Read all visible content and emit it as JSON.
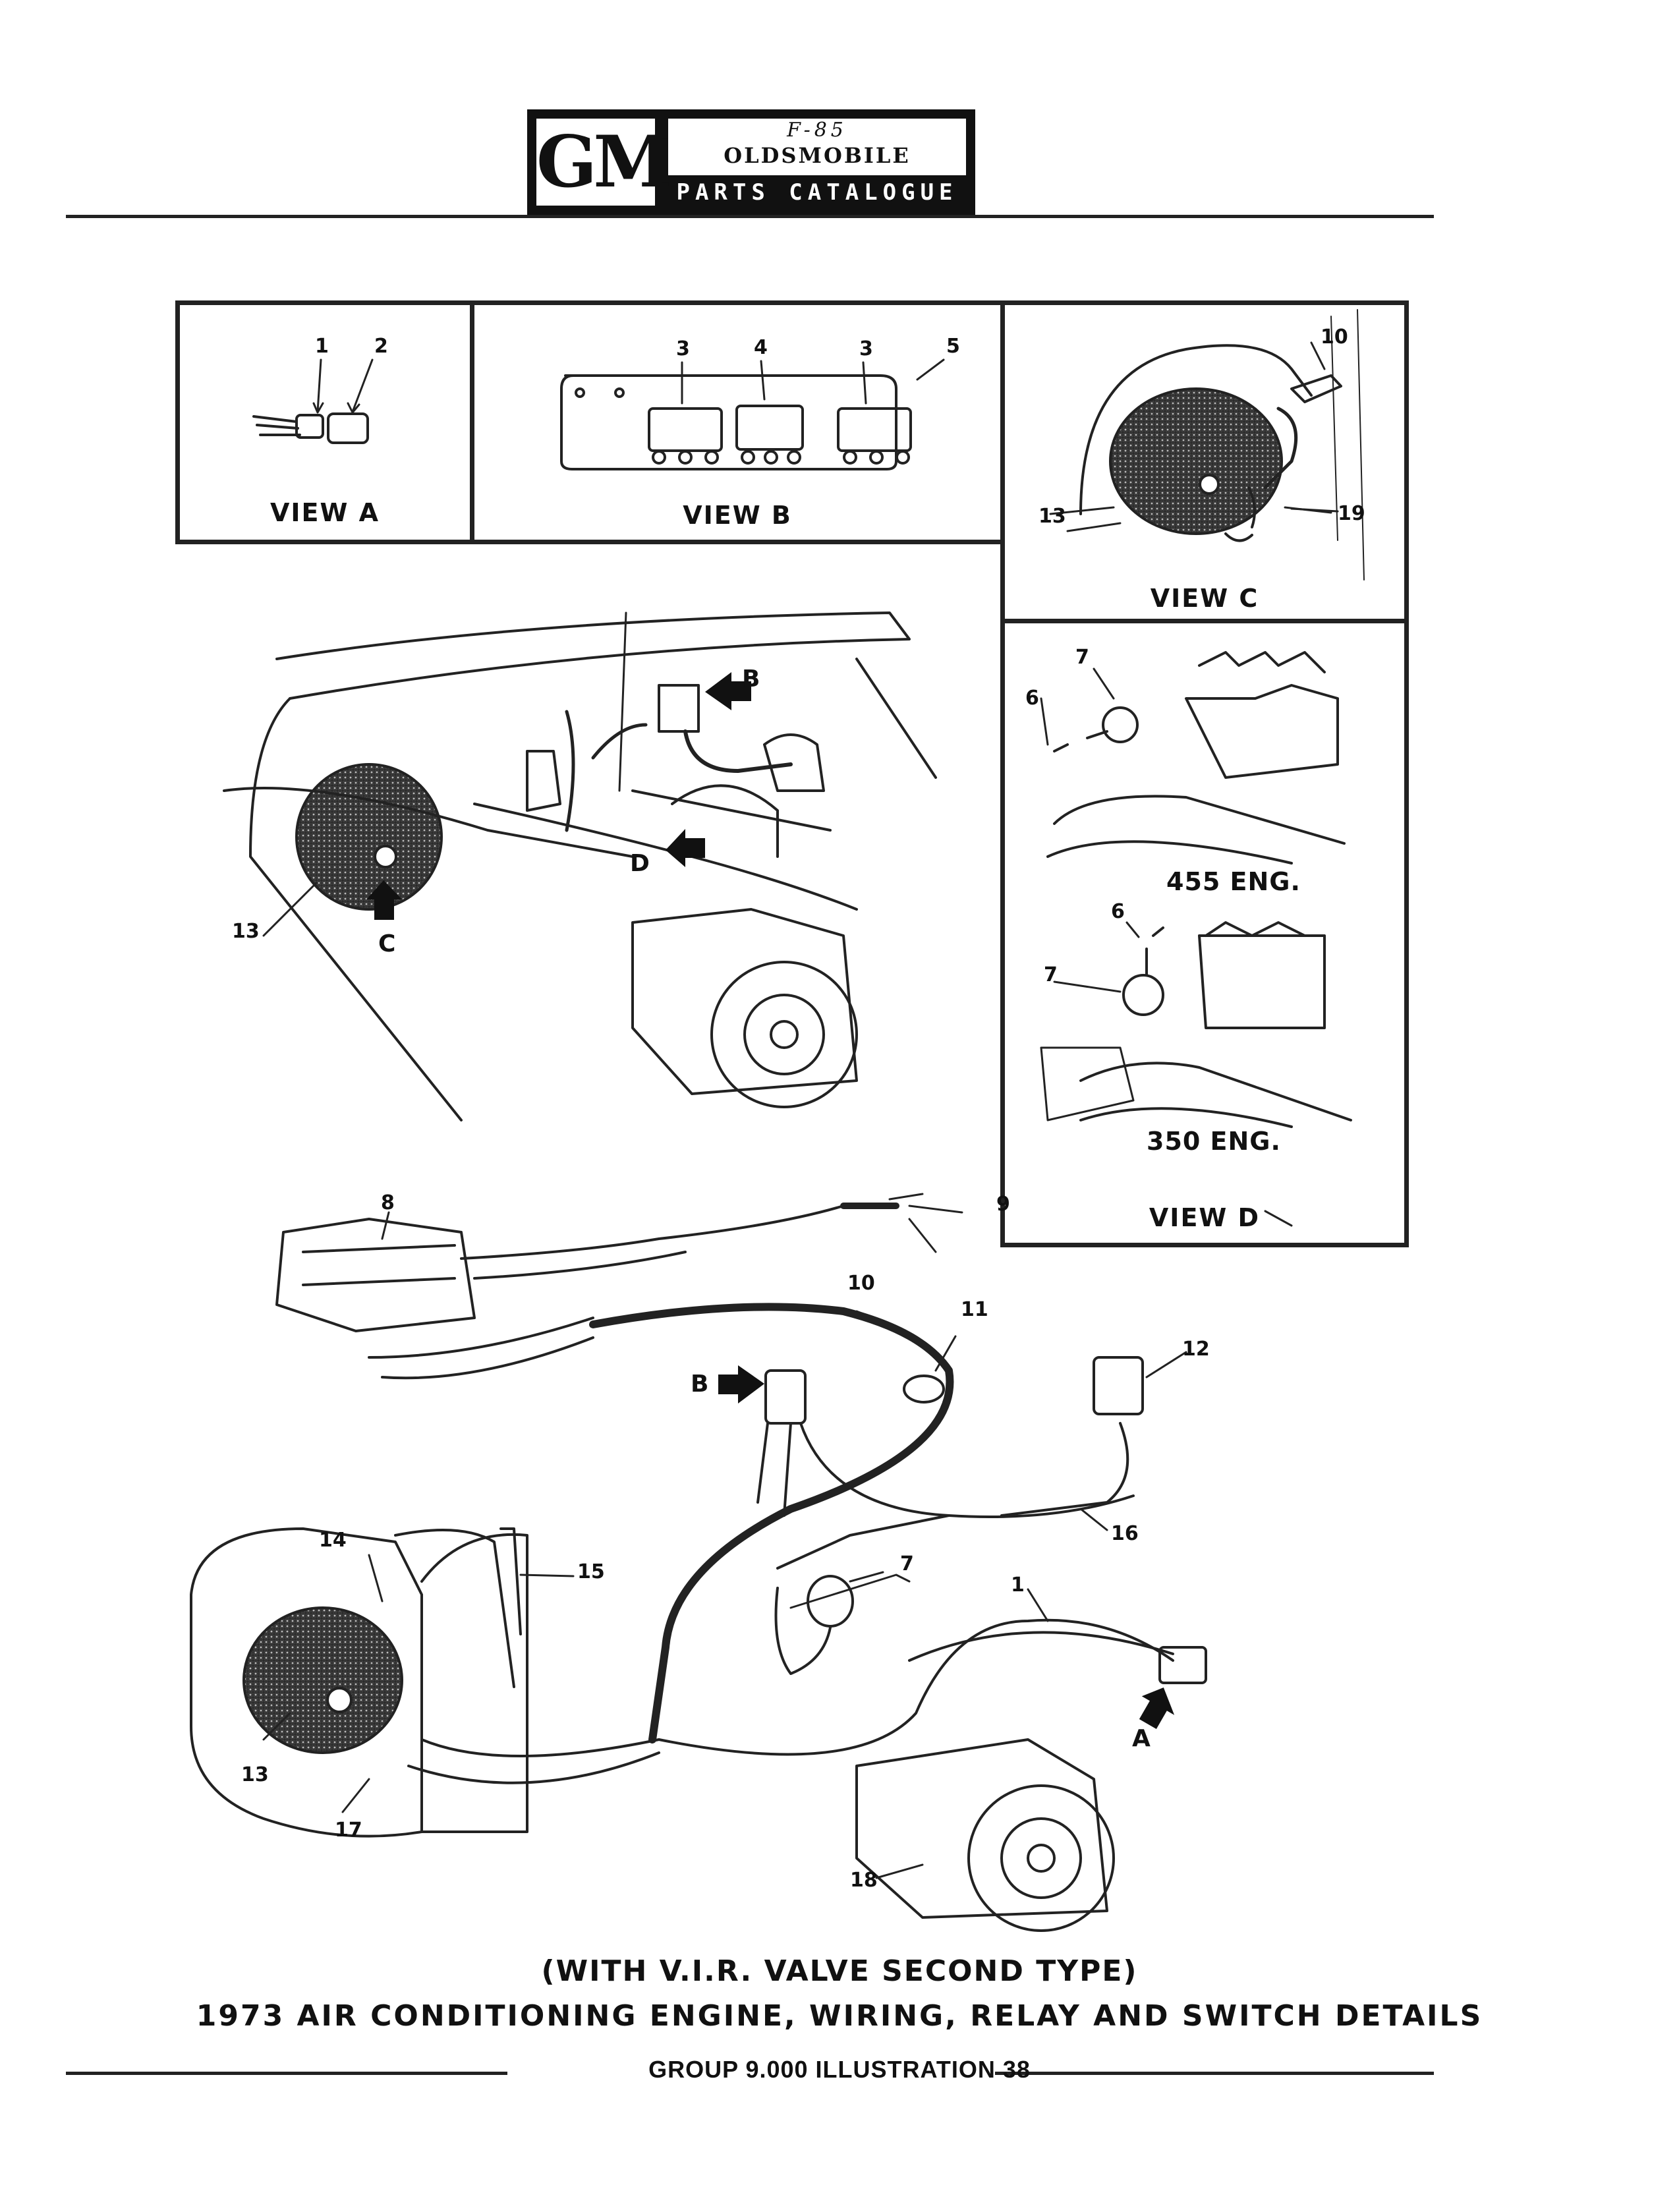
{
  "header": {
    "logo_gm": "GM",
    "logo_model": "F-85",
    "logo_brand": "OLDSMOBILE",
    "logo_catalogue": "PARTS CATALOGUE"
  },
  "views": {
    "a": "VIEW A",
    "b": "VIEW B",
    "c": "VIEW C",
    "d": "VIEW D"
  },
  "engines": {
    "e455": "455 ENG.",
    "e350": "350 ENG."
  },
  "callouts": {
    "c1": "1",
    "c2": "2",
    "c3": "3",
    "c4": "4",
    "c5": "5",
    "c6": "6",
    "c7": "7",
    "c8": "8",
    "c9": "9",
    "c10": "10",
    "c11": "11",
    "c12": "12",
    "c13": "13",
    "c14": "14",
    "c15": "15",
    "c16": "16",
    "c17": "17",
    "c18": "18",
    "c19": "19"
  },
  "arrows": {
    "a": "A",
    "b": "B",
    "c": "C",
    "d": "D"
  },
  "caption": {
    "line1": "(WITH V.I.R. VALVE SECOND TYPE)",
    "line2": "1973 AIR CONDITIONING ENGINE, WIRING, RELAY AND SWITCH DETAILS"
  },
  "footer": "GROUP 9.000 ILLUSTRATION 38"
}
